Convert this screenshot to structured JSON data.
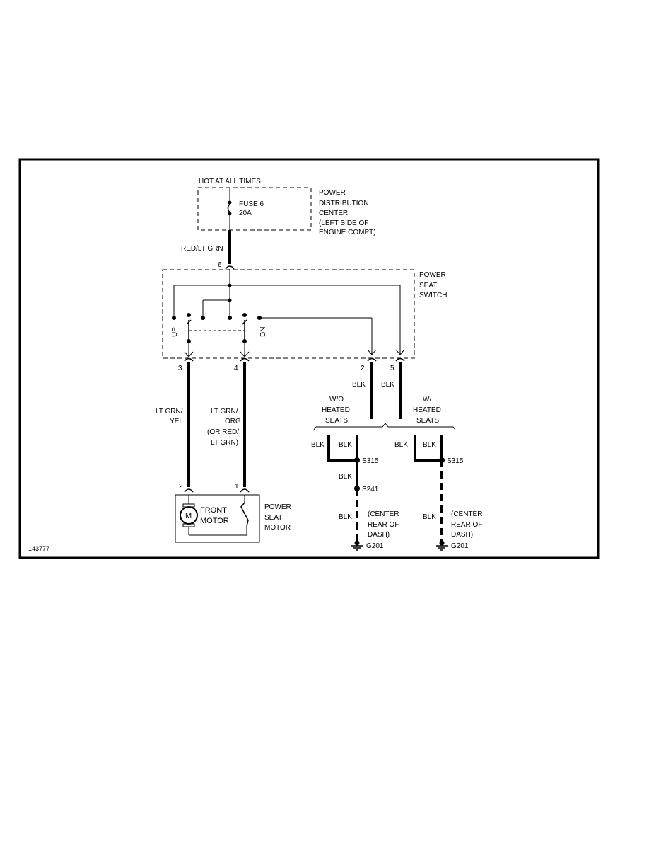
{
  "diagram": {
    "hot_label": "HOT AT ALL TIMES",
    "pdc": {
      "lines": [
        "POWER",
        "DISTRIBUTION",
        "CENTER",
        "(LEFT SIDE OF",
        "ENGINE COMPT)"
      ],
      "fuse_name": "FUSE 6",
      "fuse_rating": "20A"
    },
    "wire_red_lt_grn": "RED/LT GRN",
    "pins": {
      "switch_in": "6",
      "switch_3": "3",
      "switch_4": "4",
      "switch_2": "2",
      "switch_5": "5",
      "motor_2": "2",
      "motor_1": "1"
    },
    "power_seat_switch": [
      "POWER",
      "SEAT",
      "SWITCH"
    ],
    "switch_up": "UP",
    "switch_dn": "DN",
    "wire_left": [
      "LT GRN/",
      "YEL"
    ],
    "wire_mid": [
      "LT GRN/",
      "ORG",
      "(OR RED/",
      "LT GRN)"
    ],
    "blk": "BLK",
    "wo_heated": [
      "W/O",
      "HEATED",
      "SEATS"
    ],
    "w_heated": [
      "W/",
      "HEATED",
      "SEATS"
    ],
    "splice_s315": "S315",
    "splice_s241": "S241",
    "center_rear_dash": [
      "(CENTER",
      "REAR OF",
      "DASH)"
    ],
    "ground_g201": "G201",
    "motor": {
      "symbol": "M",
      "label_lines": [
        "FRONT",
        "MOTOR"
      ],
      "component_lines": [
        "POWER",
        "SEAT",
        "MOTOR"
      ]
    },
    "figure_id": "143777"
  }
}
